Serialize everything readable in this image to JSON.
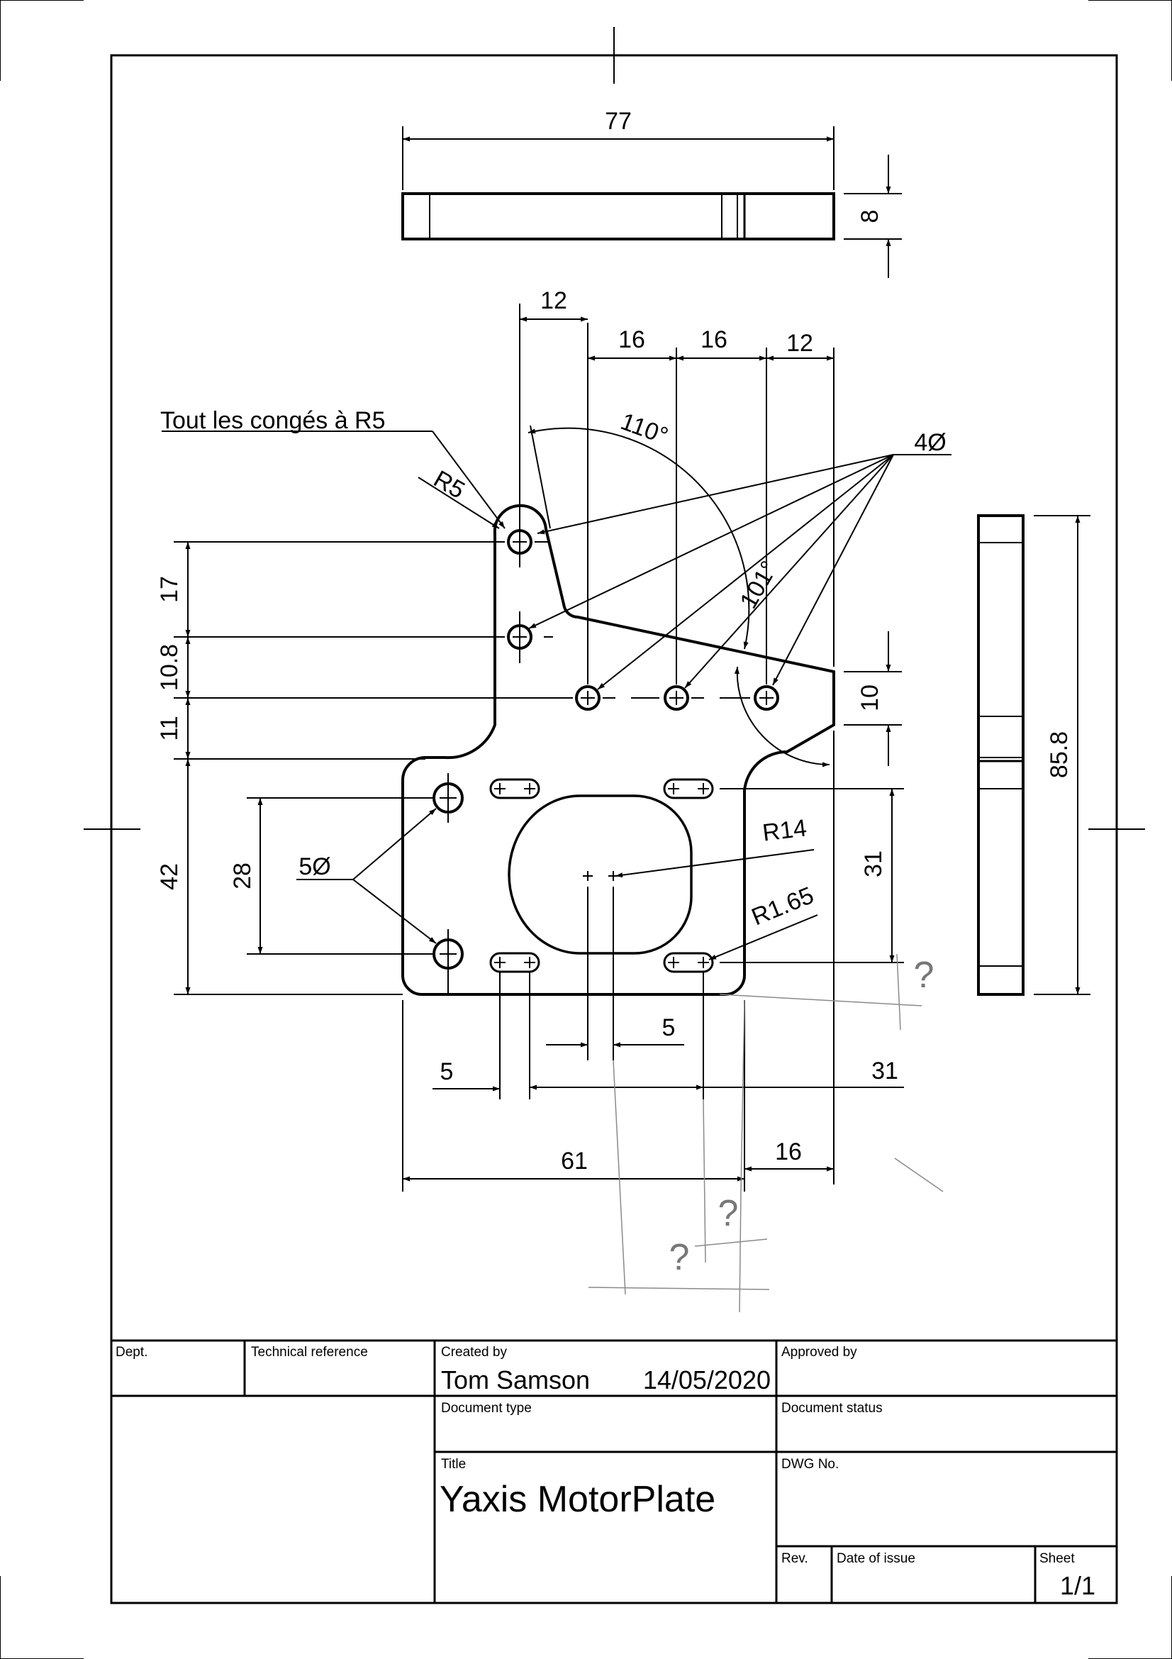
{
  "drawing": {
    "note": "Tout les congés à R5",
    "dimensions": {
      "top_length": "77",
      "top_thickness": "8",
      "d12a": "12",
      "d16a": "16",
      "d16b": "16",
      "d12b": "12",
      "angle110": "110°",
      "angle101": "101°",
      "hole4": "4Ø",
      "r5": "R5",
      "d17": "17",
      "d108": "10.8",
      "d11": "11",
      "d42": "42",
      "d28": "28",
      "hole5": "5Ø",
      "r14": "R14",
      "r165": "R1.65",
      "d10": "10",
      "d31v": "31",
      "d858": "85.8",
      "d5a": "5",
      "d5b": "5",
      "d31h": "31",
      "d61": "61",
      "d16c": "16"
    },
    "question_mark": "?"
  },
  "title_block": {
    "dept_label": "Dept.",
    "techref_label": "Technical reference",
    "created_by_label": "Created by",
    "created_by": "Tom Samson",
    "created_date": "14/05/2020",
    "approved_by_label": "Approved by",
    "doc_type_label": "Document type",
    "doc_status_label": "Document status",
    "title_label": "Title",
    "title": "Yaxis MotorPlate",
    "dwg_label": "DWG No.",
    "rev_label": "Rev.",
    "date_issue_label": "Date of issue",
    "sheet_label": "Sheet",
    "sheet": "1/1"
  }
}
